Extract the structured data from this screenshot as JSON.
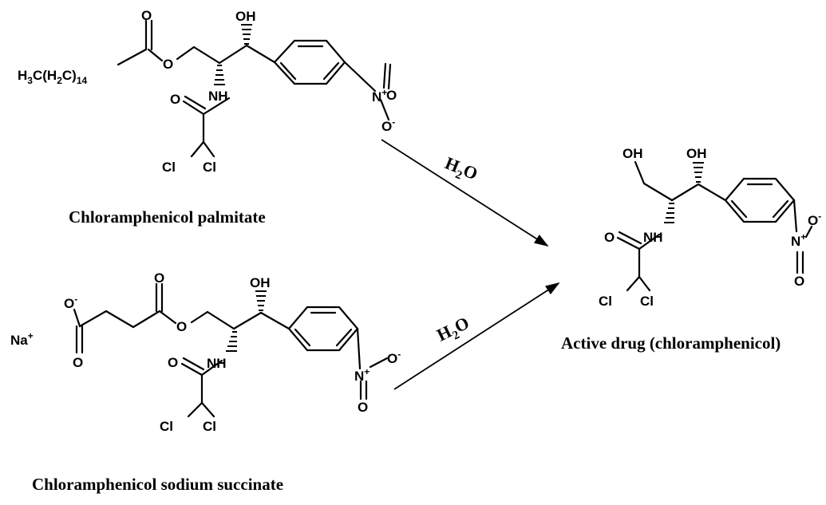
{
  "molecules": {
    "palmitate": {
      "caption": "Chloramphenicol palmitate",
      "chain": "H3C(H2C)14",
      "ester_o": "O",
      "carbonyl_o": "O",
      "oh": "OH",
      "nh": "NH",
      "amide_o": "O",
      "cl_left": "Cl",
      "cl_right": "Cl",
      "nitro_n": "N+",
      "nitro_o_double": "O",
      "nitro_o_minus": "O-"
    },
    "succinate": {
      "caption": "Chloramphenicol sodium succinate",
      "na": "Na+",
      "carboxylate_o_minus": "O-",
      "carboxylate_o": "O",
      "ester_carbonyl_o": "O",
      "ester_o": "O",
      "oh": "OH",
      "nh": "NH",
      "amide_o": "O",
      "cl_left": "Cl",
      "cl_right": "Cl",
      "nitro_n": "N+",
      "nitro_o_minus": "O-",
      "nitro_o_double": "O"
    },
    "product": {
      "caption": "Active drug (chloramphenicol)",
      "oh_primary": "OH",
      "oh_secondary": "OH",
      "nh": "NH",
      "amide_o": "O",
      "cl_left": "Cl",
      "cl_right": "Cl",
      "nitro_n": "N+",
      "nitro_o_minus": "O-",
      "nitro_o_double": "O"
    }
  },
  "reactions": [
    {
      "reagent": "H2O"
    },
    {
      "reagent": "H2O"
    }
  ]
}
